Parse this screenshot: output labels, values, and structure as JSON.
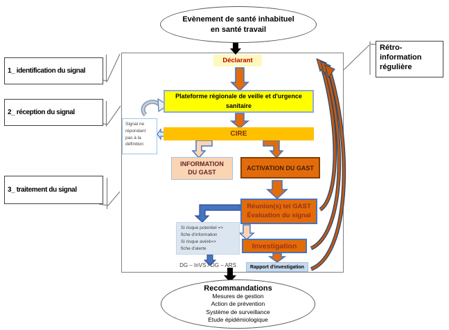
{
  "top_ellipse": {
    "lines": [
      "Evènement de santé inhabituel",
      "en santé travail"
    ]
  },
  "left_steps": [
    {
      "label": "1_ identification du signal"
    },
    {
      "label": "2_ réception du signal"
    },
    {
      "label": "3_ traitement du signal"
    }
  ],
  "retro_box": {
    "lines": [
      "Rétro-",
      "information",
      "régulière"
    ]
  },
  "flow": {
    "declarant": "Déclarant",
    "plateforme_lines": [
      "Plateforme régionale de veille et d'urgence",
      "sanitaire"
    ],
    "cire": "CIRE",
    "signal_note": [
      "Signal ne",
      "répondant",
      "pas à la",
      "définition"
    ],
    "information_gast": [
      "INFORMATION",
      "DU GAST"
    ],
    "activation_gast": "ACTIVATION DU GAST",
    "reunion": [
      "Réunion(s) tel GAST",
      "Évaluation du signal"
    ],
    "risque_note": [
      "Si risque potentiel =>",
      "fiche d'information",
      "Si risque avéré=>",
      "fiche d'alerte"
    ],
    "dg_text": "DG – InVS / DG – ARS",
    "investigation": "Investigation",
    "rapport": "Rapport d'investigation"
  },
  "bottom_ellipse": {
    "title": "Recommandations",
    "items": [
      "Mesures de gestion",
      "Action de prévention",
      "Système de surveillance",
      "Etude épidémiologique"
    ]
  },
  "colors": {
    "yellow": "#FFFF00",
    "amber": "#FFC000",
    "orange": "#E36C0A",
    "peach": "#FBD4B4",
    "blue": "#4674C1",
    "light_blue_panel": "#DCE6F1",
    "dark_red_text": "#C00000",
    "curve_outline": "#24476F",
    "curve_fill": "#C55A11"
  }
}
